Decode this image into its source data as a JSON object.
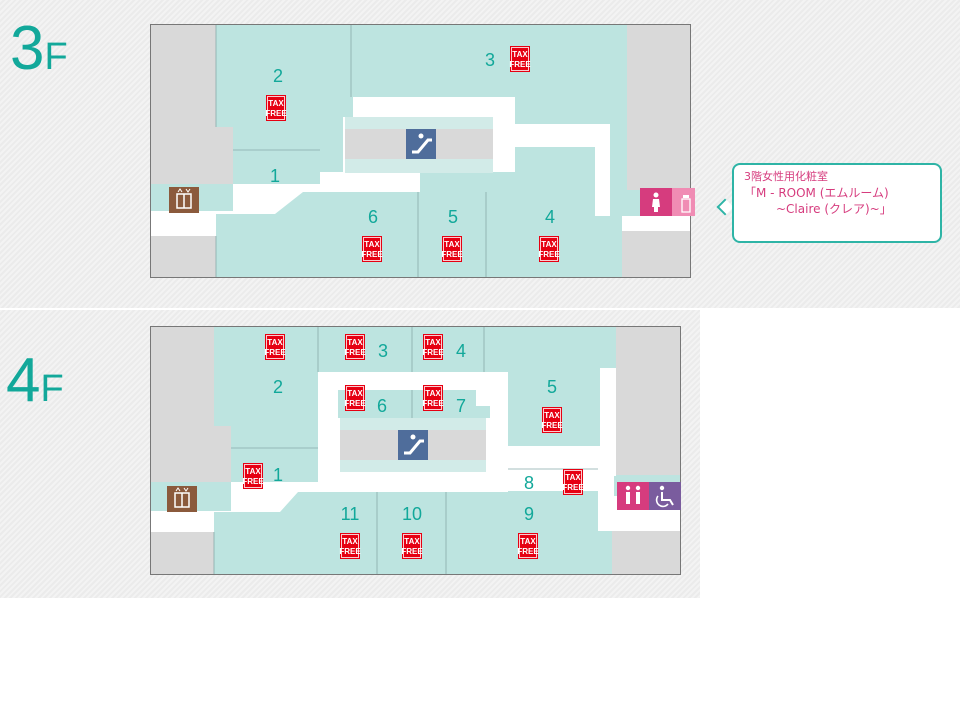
{
  "floors": {
    "f3": {
      "number": "3",
      "suffix": "F",
      "shops": [
        "1",
        "2",
        "3",
        "4",
        "5",
        "6"
      ],
      "tax_free_label": [
        "TAX",
        "FREE"
      ]
    },
    "f4": {
      "number": "4",
      "suffix": "F",
      "shops": [
        "1",
        "2",
        "3",
        "4",
        "5",
        "6",
        "7",
        "8",
        "9",
        "10",
        "11"
      ],
      "tax_free_label": [
        "TAX",
        "FREE"
      ]
    }
  },
  "powder_room": {
    "line1": "3階女性用化粧室",
    "line2": "「M - ROOM (エムルーム)",
    "line3": "~Claire (クレア)~」"
  },
  "colors": {
    "shop": "#bde4e0",
    "corridor": "#ffffff",
    "service": "#d9d9d9",
    "accent": "#12a89a",
    "tax_free": "#e60012",
    "escalator": "#4f6d9b",
    "elevator": "#8b5a3c",
    "restroom_female": "#d63c7e",
    "restroom_pink": "#f08cb4",
    "accessible": "#7a5c9e"
  },
  "icons": [
    "escalator-icon",
    "elevator-icon",
    "female-restroom-icon",
    "powder-room-icon",
    "restroom-icon",
    "accessible-icon",
    "tax-free-icon"
  ]
}
